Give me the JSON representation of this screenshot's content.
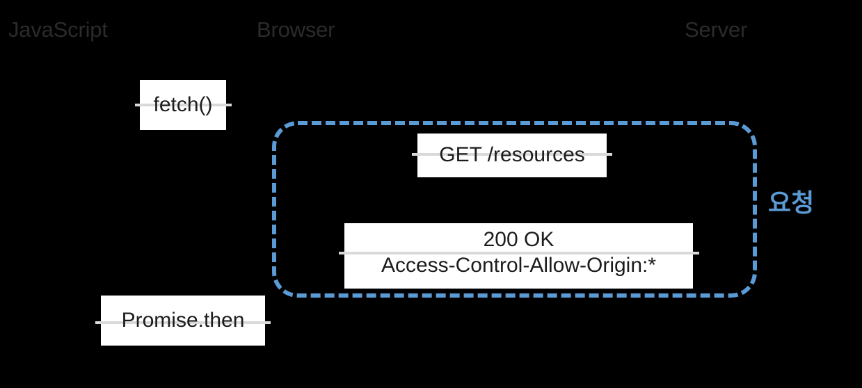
{
  "diagram": {
    "title": "CORS request flow",
    "background_color": "#000000",
    "accent_color": "#5b9bd5",
    "lane_label_color": "#2b2b2b",
    "box_fill": "#ffffff",
    "connector_color": "#d9d9d9"
  },
  "lanes": [
    {
      "id": "javascript",
      "label": "JavaScript"
    },
    {
      "id": "browser",
      "label": "Browser"
    },
    {
      "id": "server",
      "label": "Server"
    }
  ],
  "messages": [
    {
      "id": "fetch",
      "label": "fetch()"
    },
    {
      "id": "get",
      "label": "GET  /resources"
    },
    {
      "id": "status",
      "label": "200  OK"
    },
    {
      "id": "header",
      "label": "Access-Control-Allow-Origin:*"
    },
    {
      "id": "promise",
      "label": "Promise.then"
    }
  ],
  "annotations": {
    "request_group_label": "요청"
  }
}
